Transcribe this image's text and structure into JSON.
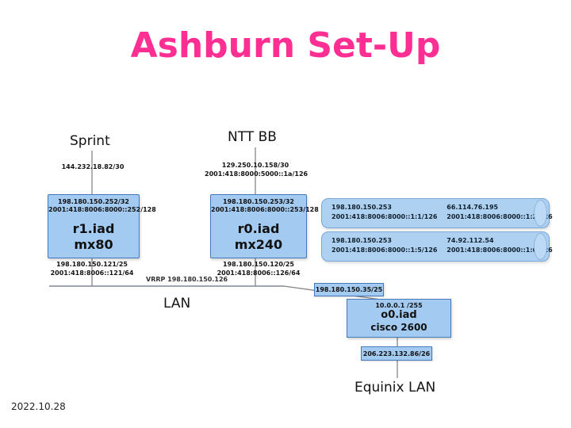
{
  "title": "Ashburn Set-Up",
  "date": "2022.10.28",
  "labels": {
    "sprint": "Sprint",
    "ntt": "NTT BB",
    "lan": "LAN",
    "equinix": "Equinix LAN",
    "vrrp": "VRRP 198.180.150.126"
  },
  "uplinks": {
    "sprint_ip4": "144.232.18.82/30",
    "ntt_ip4": "129.250.10.158/30",
    "ntt_ip6": "2001:418:8000:5000::1a/126"
  },
  "routers": {
    "r1": {
      "ip4": "198.180.150.252/32",
      "ip6": "2001:418:8006:8000::252/128",
      "name": "r1.iad",
      "model": "mx80",
      "lan_ip4": "198.180.150.121/25",
      "lan_ip6": "2001:418:8006::121/64"
    },
    "r0": {
      "ip4": "198.180.150.253/32",
      "ip6": "2001:418:8006:8000::253/128",
      "name": "r0.iad",
      "model": "mx240",
      "lan_ip4": "198.180.150.120/25",
      "lan_ip6": "2001:418:8006::126/64"
    }
  },
  "tunnels": [
    {
      "local_ip4": "198.180.150.253",
      "local_ip6": "2001:418:8006:8000::1:1/126",
      "remote_ip4": "66.114.76.195",
      "remote_ip6": "2001:418:8006:8000::1:2/126"
    },
    {
      "local_ip4": "198.180.150.253",
      "local_ip6": "2001:418:8006:8000::1:5/126",
      "remote_ip4": "74.92.112.54",
      "remote_ip6": "2001:418:8006:8000::1:6/126"
    }
  ],
  "access_router": {
    "uplink_ip": "198.180.150.35/25",
    "ip": "10.0.0.1 /255",
    "name": "o0.iad",
    "model": "cisco 2600",
    "downlink_ip": "206.223.132.86/26"
  },
  "colors": {
    "title": "#ff2e92",
    "box_fill": "#a3cbf1",
    "box_border": "#4579b9",
    "line": "#858585"
  }
}
